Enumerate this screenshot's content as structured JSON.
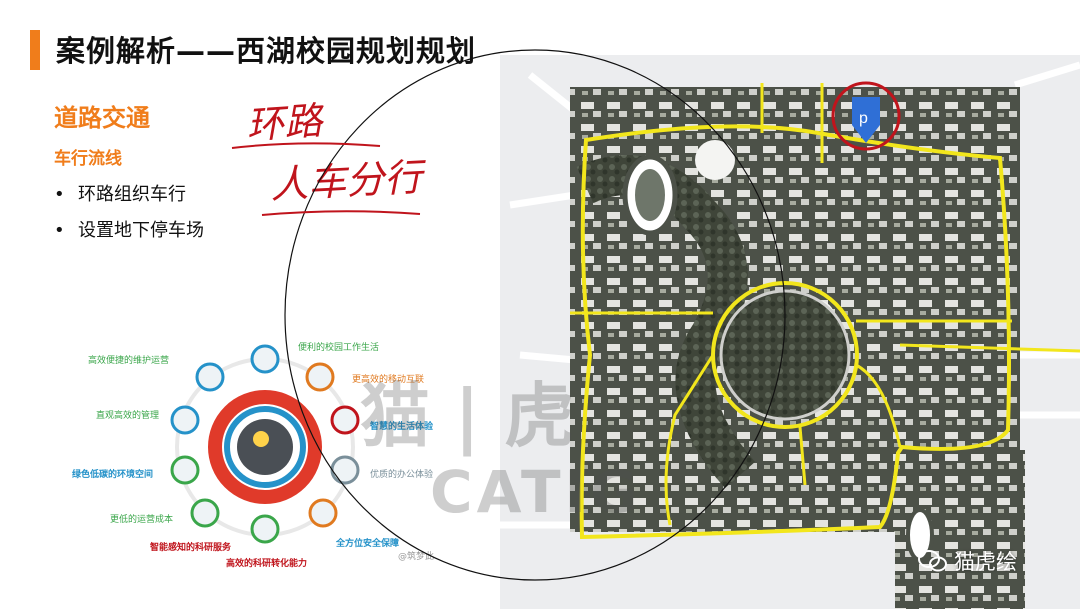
{
  "slide": {
    "title": "案例解析——西湖校园规划规划",
    "section_title": "道路交通",
    "sub_title": "车行流线",
    "bullets": [
      "环路组织车行",
      "设置地下停车场"
    ],
    "handwriting": [
      "环路",
      "人车分行"
    ],
    "parking_label": "p",
    "diagram_labels": [
      "高效便捷的维护运营",
      "直观高效的管理",
      "绿色低碳的环境空间",
      "更低的运营成本",
      "智能感知的科研服务",
      "高效的科研转化能力",
      "全方位安全保障",
      "优质的办公体验",
      "智慧的生活体验",
      "更高效的移动互联",
      "便利的校园工作生活"
    ],
    "credit": "@筑梦此",
    "watermark": [
      "猫 | 虎",
      "CATIG"
    ],
    "wechat_brand": "猫虎绘"
  },
  "colors": {
    "accent": "#f07d1b",
    "hand_red": "#c0141c",
    "road_yellow": "#f2e61c",
    "parking_blue": "#2f6fd6",
    "ring_blue": "#2592c9",
    "ring_red": "#e03a2a"
  }
}
